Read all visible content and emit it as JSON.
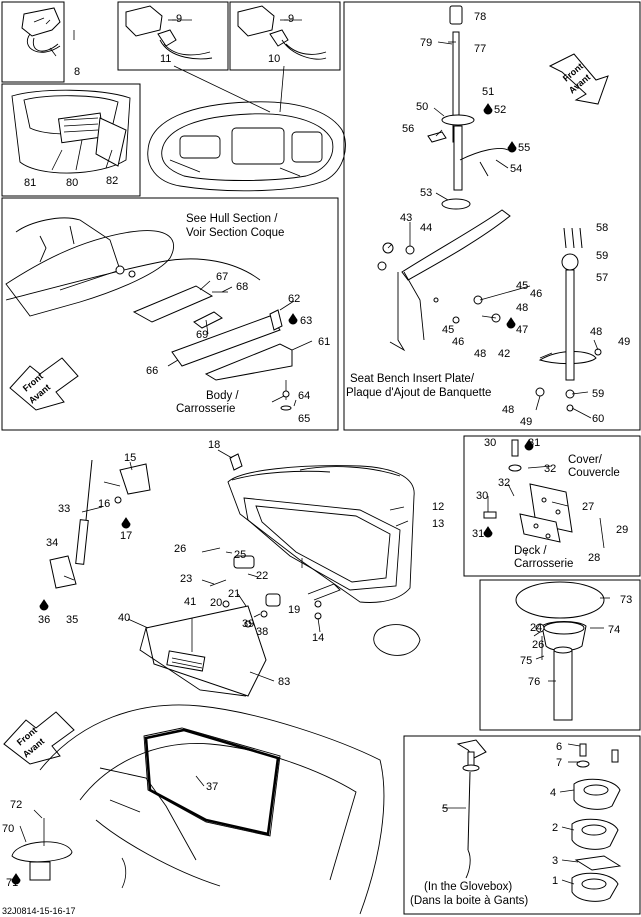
{
  "diagram": {
    "part_numbers": [
      "1",
      "2",
      "3",
      "4",
      "5",
      "6",
      "7",
      "8",
      "9",
      "10",
      "11",
      "12",
      "13",
      "14",
      "15",
      "16",
      "17",
      "18",
      "19",
      "20",
      "21",
      "22",
      "23",
      "24",
      "25",
      "26",
      "27",
      "28",
      "29",
      "30",
      "31",
      "32",
      "33",
      "34",
      "35",
      "36",
      "37",
      "38",
      "39",
      "40",
      "41",
      "42",
      "43",
      "44",
      "45",
      "46",
      "47",
      "48",
      "49",
      "50",
      "51",
      "52",
      "53",
      "54",
      "55",
      "56",
      "57",
      "58",
      "59",
      "60",
      "61",
      "62",
      "63",
      "64",
      "65",
      "66",
      "67",
      "68",
      "69",
      "70",
      "71",
      "72",
      "73",
      "74",
      "75",
      "76",
      "77",
      "78",
      "79",
      "80",
      "81",
      "82",
      "83"
    ],
    "captions": {
      "see_hull_1": "See Hull Section /",
      "see_hull_2": "Voir Section Coque",
      "body_1": "Body /",
      "body_2": "Carrosserie",
      "insert_1": "Seat Bench Insert Plate/",
      "insert_2": "Plaque d'Ajout de Banquette",
      "cover_1": "Cover/",
      "cover_2": "Couvercle",
      "deck_1": "Deck /",
      "deck_2": "Carrosserie",
      "glovebox_1": "(In the Glovebox)",
      "glovebox_2": "(Dans la boite à Gants)",
      "front_1": "Front",
      "front_2": "Avant",
      "drawing_code": "32J0814-15-16-17"
    }
  }
}
